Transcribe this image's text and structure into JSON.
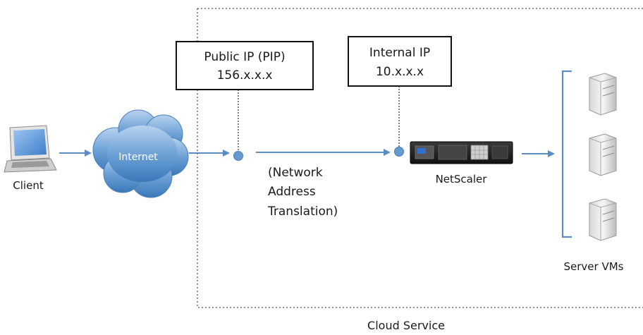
{
  "nodes": {
    "client": {
      "label": "Client",
      "icon": "laptop-icon"
    },
    "internet": {
      "label": "Internet",
      "icon": "cloud-icon"
    },
    "public_ip": {
      "title": "Public IP (PIP)",
      "value": "156.x.x.x"
    },
    "internal_ip": {
      "title": "Internal IP",
      "value": "10.x.x.x"
    },
    "nat": {
      "lines": [
        "(Network",
        "Address",
        "Translation)"
      ]
    },
    "netscaler": {
      "label": "NetScaler",
      "icon": "appliance-icon"
    },
    "servers": {
      "label": "Server VMs",
      "count": 3,
      "icon": "server-icon"
    },
    "boundary": {
      "label": "Cloud Service"
    }
  },
  "colors": {
    "arrow": "#5b8cc2",
    "cloud_top": "#aecbea",
    "cloud_bottom": "#3f7fc2",
    "bracket": "#5b8cc2",
    "appliance": "#222222"
  }
}
